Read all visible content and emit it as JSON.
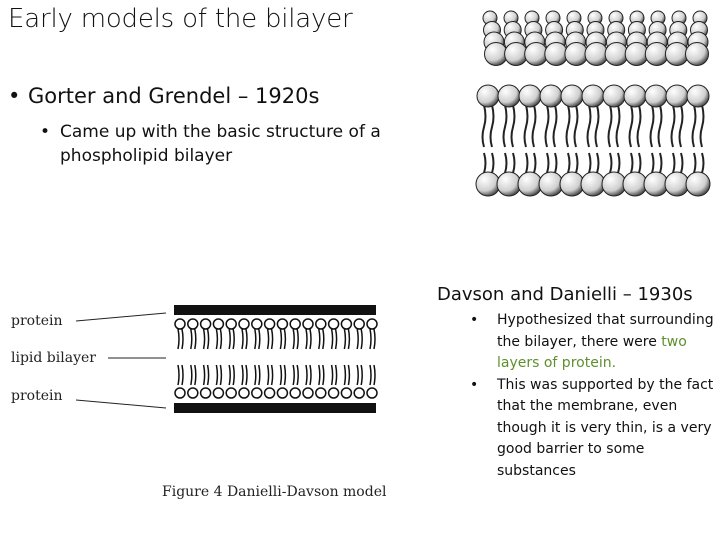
{
  "slide": {
    "title": "Early models of the bilayer",
    "bullet1": "Gorter and Grendel – 1920s",
    "bullet1_sub": "Came up with the basic structure of a phospholipid bilayer",
    "bullet_char": "•",
    "right_heading": "Davson and Danielli – 1930s",
    "right_bullets": [
      {
        "text_before": "Hypothesized that surrounding the bilayer, there were ",
        "highlight": "two layers of protein.",
        "text_after": ""
      },
      {
        "text_before": "This was supported by the fact that the membrane, even though it is very thin, is a very good barrier to some substances",
        "highlight": "",
        "text_after": ""
      }
    ],
    "accent_color": "#5f8f2e"
  },
  "figure": {
    "labels": {
      "protein_top": "protein",
      "lipid": "lipid bilayer",
      "protein_bottom": "protein"
    },
    "caption": "Figure 4  Danielli-Davson model"
  }
}
